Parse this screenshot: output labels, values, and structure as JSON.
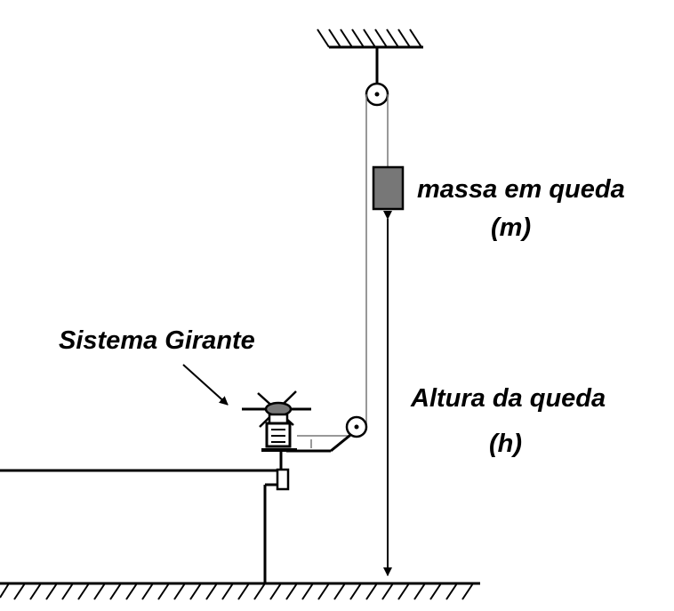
{
  "labels": {
    "falling_mass": "massa em queda",
    "falling_mass_symbol": "(m)",
    "rotating_system": "Sistema Girante",
    "fall_height": "Altura da queda",
    "fall_height_symbol": "(h)"
  },
  "colors": {
    "line": "#000000",
    "string": "#777777",
    "mass_fill": "#777777",
    "background": "#ffffff"
  }
}
